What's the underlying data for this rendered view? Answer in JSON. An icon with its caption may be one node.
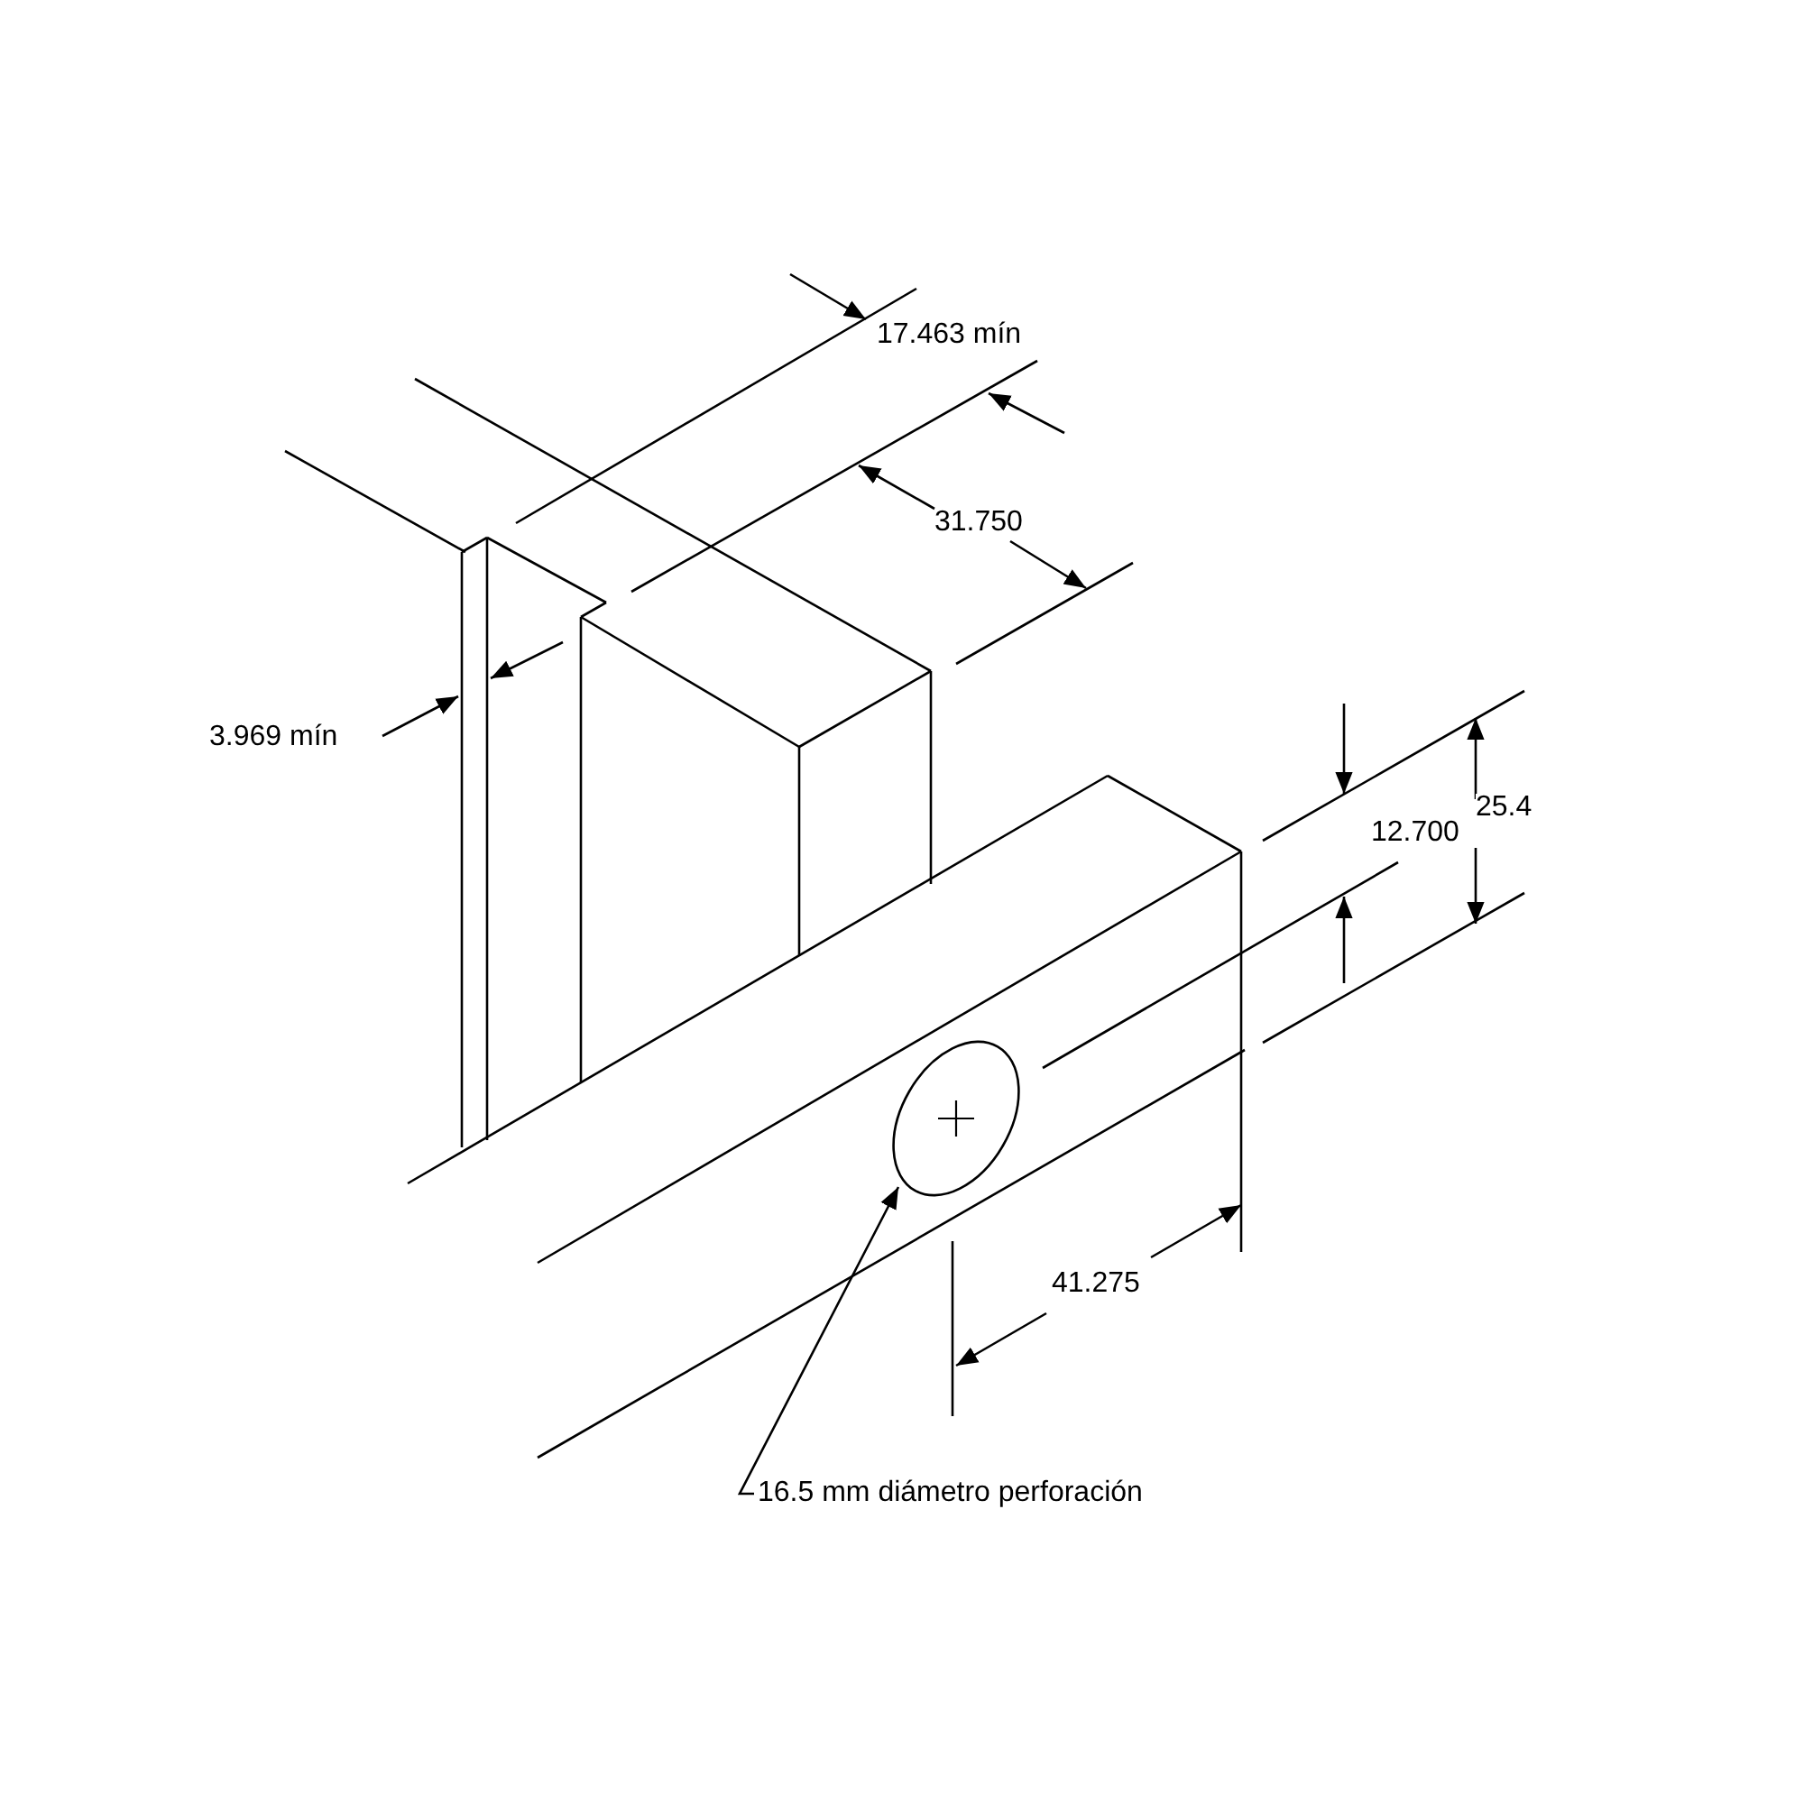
{
  "diagram": {
    "nodes": [
      {
        "text": [
          "16.5 mm diámetro perforación"
        ]
      },
      {
        "text": [],
        "shape": "circle"
      }
    ],
    "edges": [
      {
        "from": 0,
        "to": 1,
        "arrow": "to"
      }
    ],
    "labels": [
      "17.463 mín",
      "31.750",
      "3.969 mín",
      "12.700",
      "25.4",
      "41.275"
    ]
  }
}
